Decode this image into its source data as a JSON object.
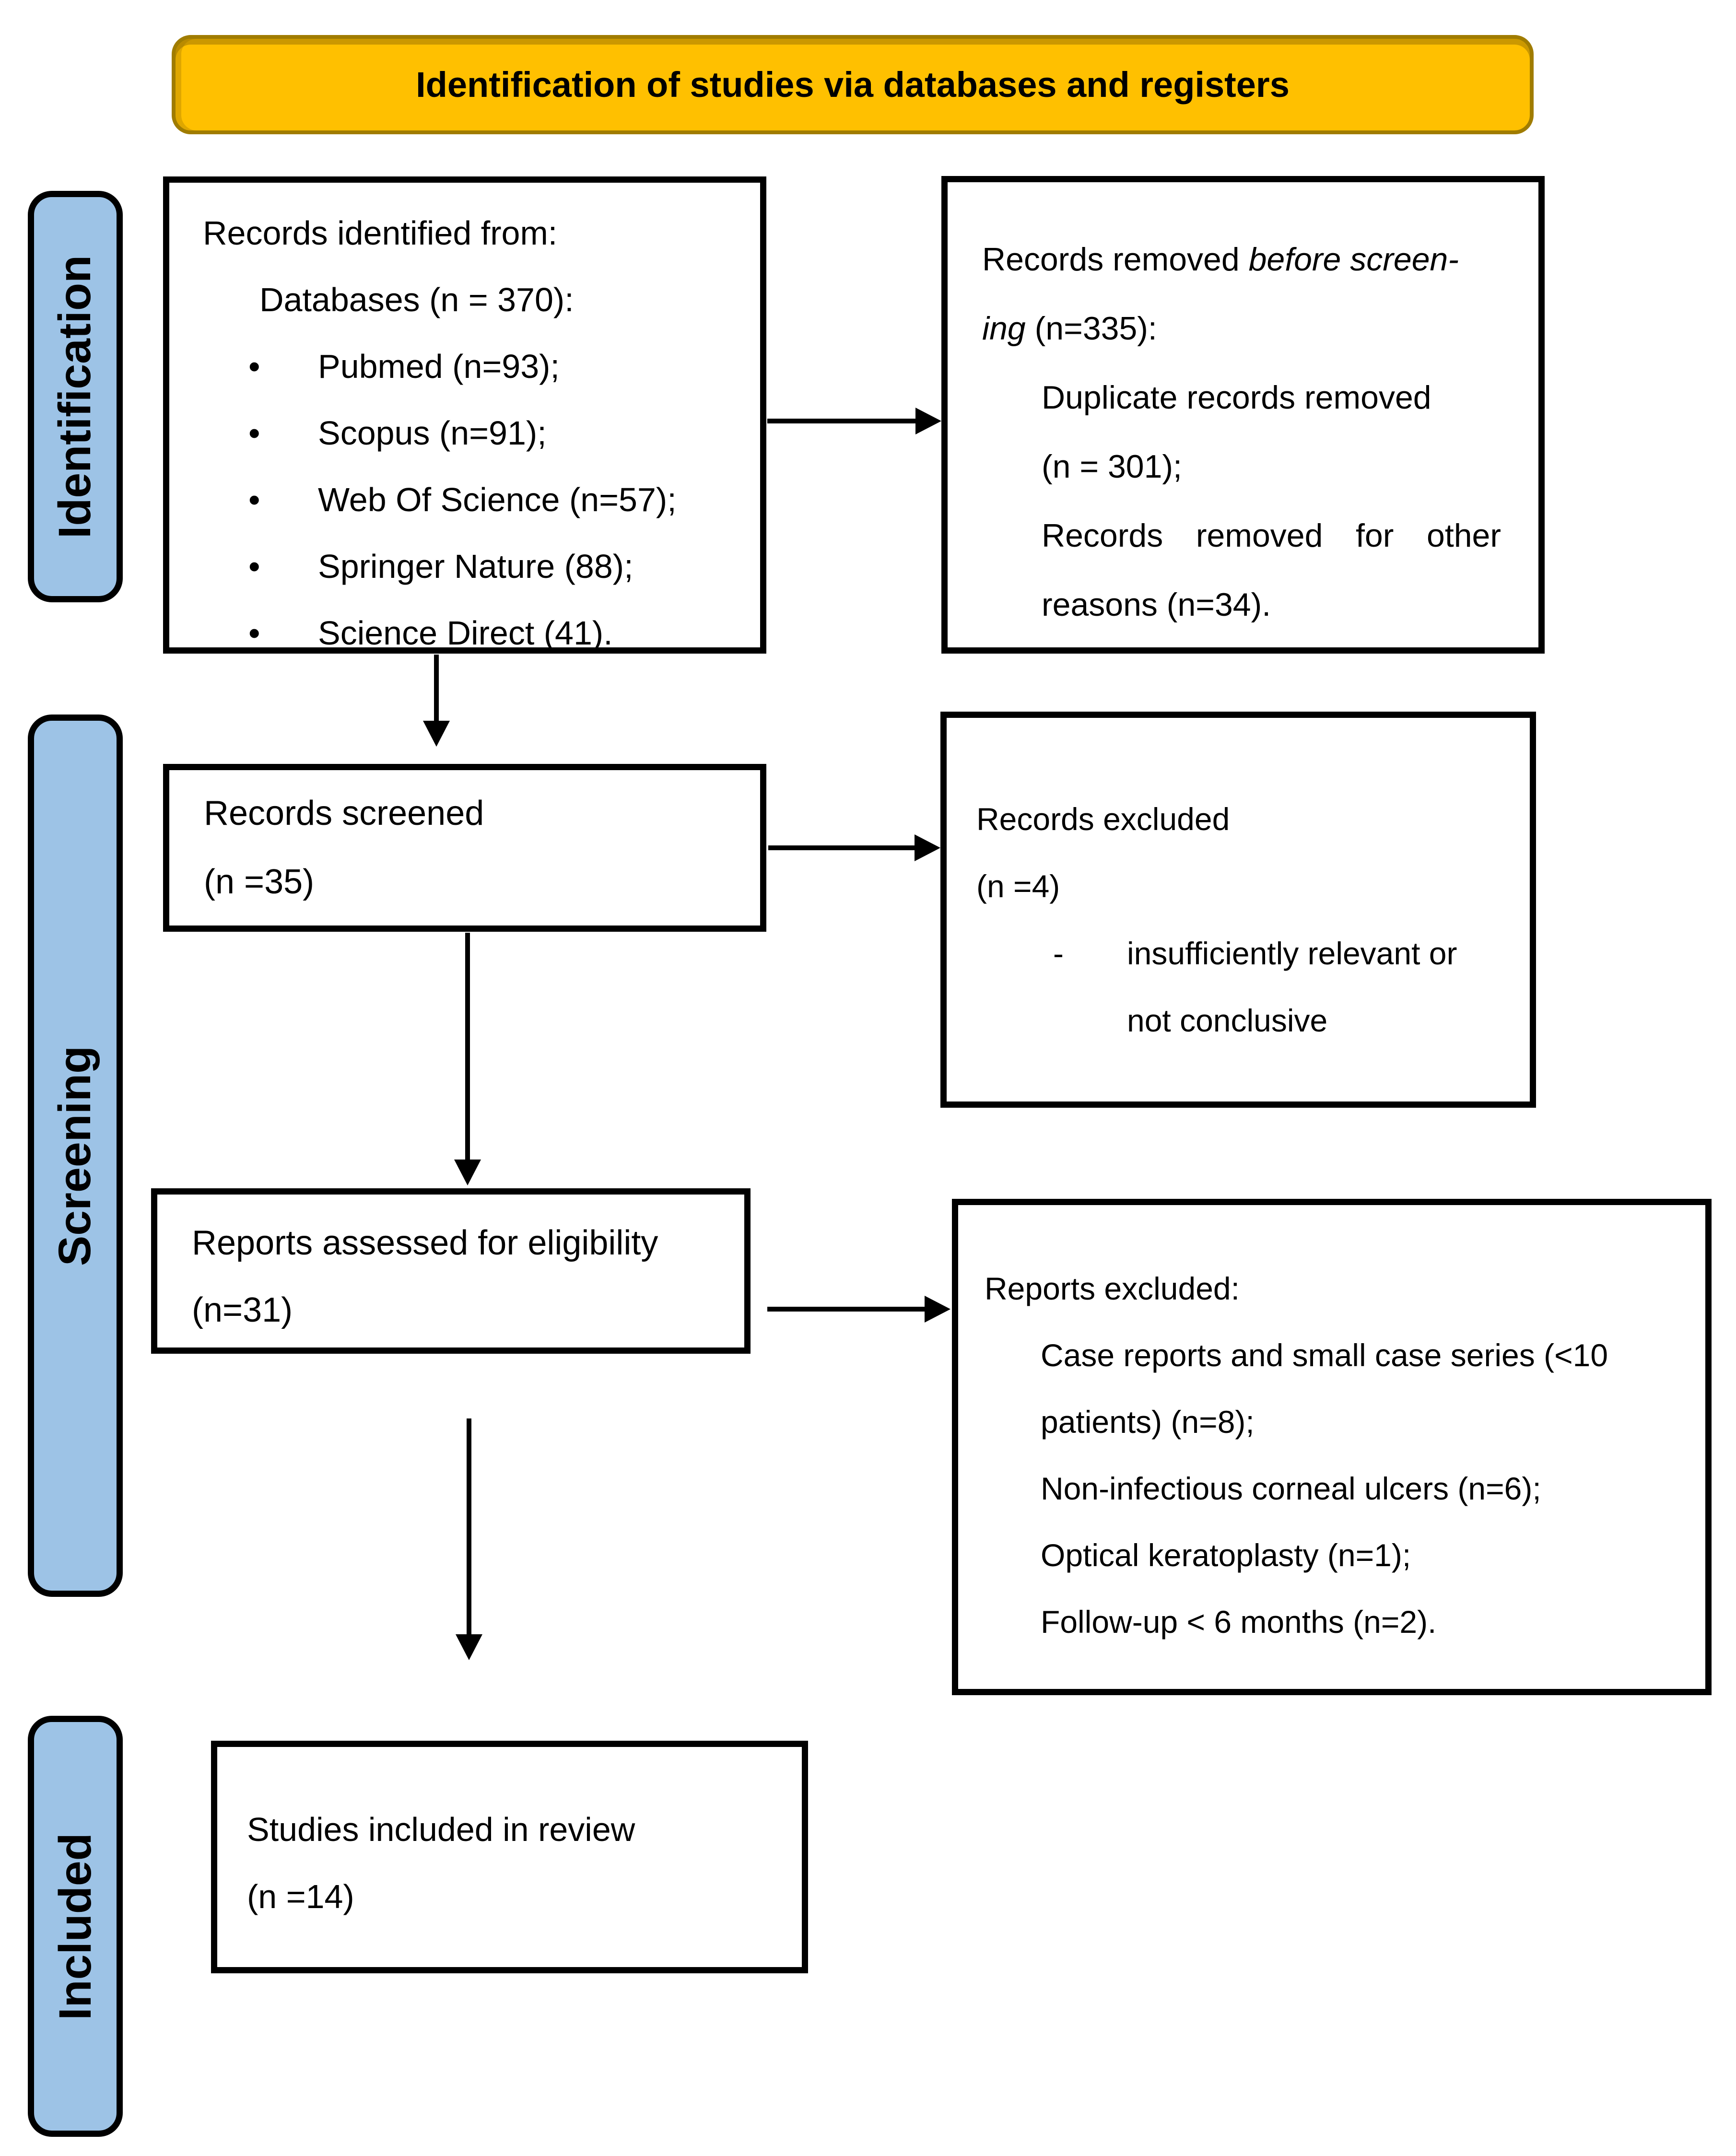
{
  "banner": {
    "title": "Identification of studies via databases and registers"
  },
  "sidebar": {
    "identification": "Identification",
    "screening": "Screening",
    "included": "Included"
  },
  "boxes": {
    "records_identified": {
      "line1": "Records identified from:",
      "line2": "Databases (n = 370):",
      "bullet_glyph": "•",
      "bullets": [
        "Pubmed (n=93);",
        "Scopus (n=91);",
        "Web Of Science (n=57);",
        "Springer Nature (88);",
        "Science Direct (41)."
      ]
    },
    "records_removed": {
      "l1_normal": "Records removed ",
      "l1_italic": "before screen-",
      "l2_italic": "ing",
      "l2_normal": " (n=335):",
      "sub_lines": [
        "Duplicate records removed",
        "(n = 301);",
        "Records removed for other",
        "reasons (n=34)."
      ]
    },
    "records_screened": {
      "title": "Records screened",
      "count": "(n =35)"
    },
    "records_excluded": {
      "title": "Records excluded",
      "count": "(n =4)",
      "dash": "-",
      "reason_line1": "insufficiently relevant or",
      "reason_line2": "not conclusive"
    },
    "reports_assessed": {
      "title": "Reports assessed for eligibility",
      "count": "(n=31)"
    },
    "reports_excluded": {
      "title": "Reports excluded:",
      "item_lines": [
        "Case reports and small case series (<10",
        "patients) (n=8);",
        "Non-infectious corneal ulcers (n=6);",
        "Optical keratoplasty (n=1);",
        "Follow-up < 6 months (n=2)."
      ]
    },
    "studies_included": {
      "title": "Studies included in review",
      "count": "(n =14)"
    }
  },
  "colors": {
    "banner_fill": "#FFC000",
    "banner_border": "#A07C00",
    "sidebar_fill": "#9DC3E6",
    "line_color": "#000000"
  }
}
